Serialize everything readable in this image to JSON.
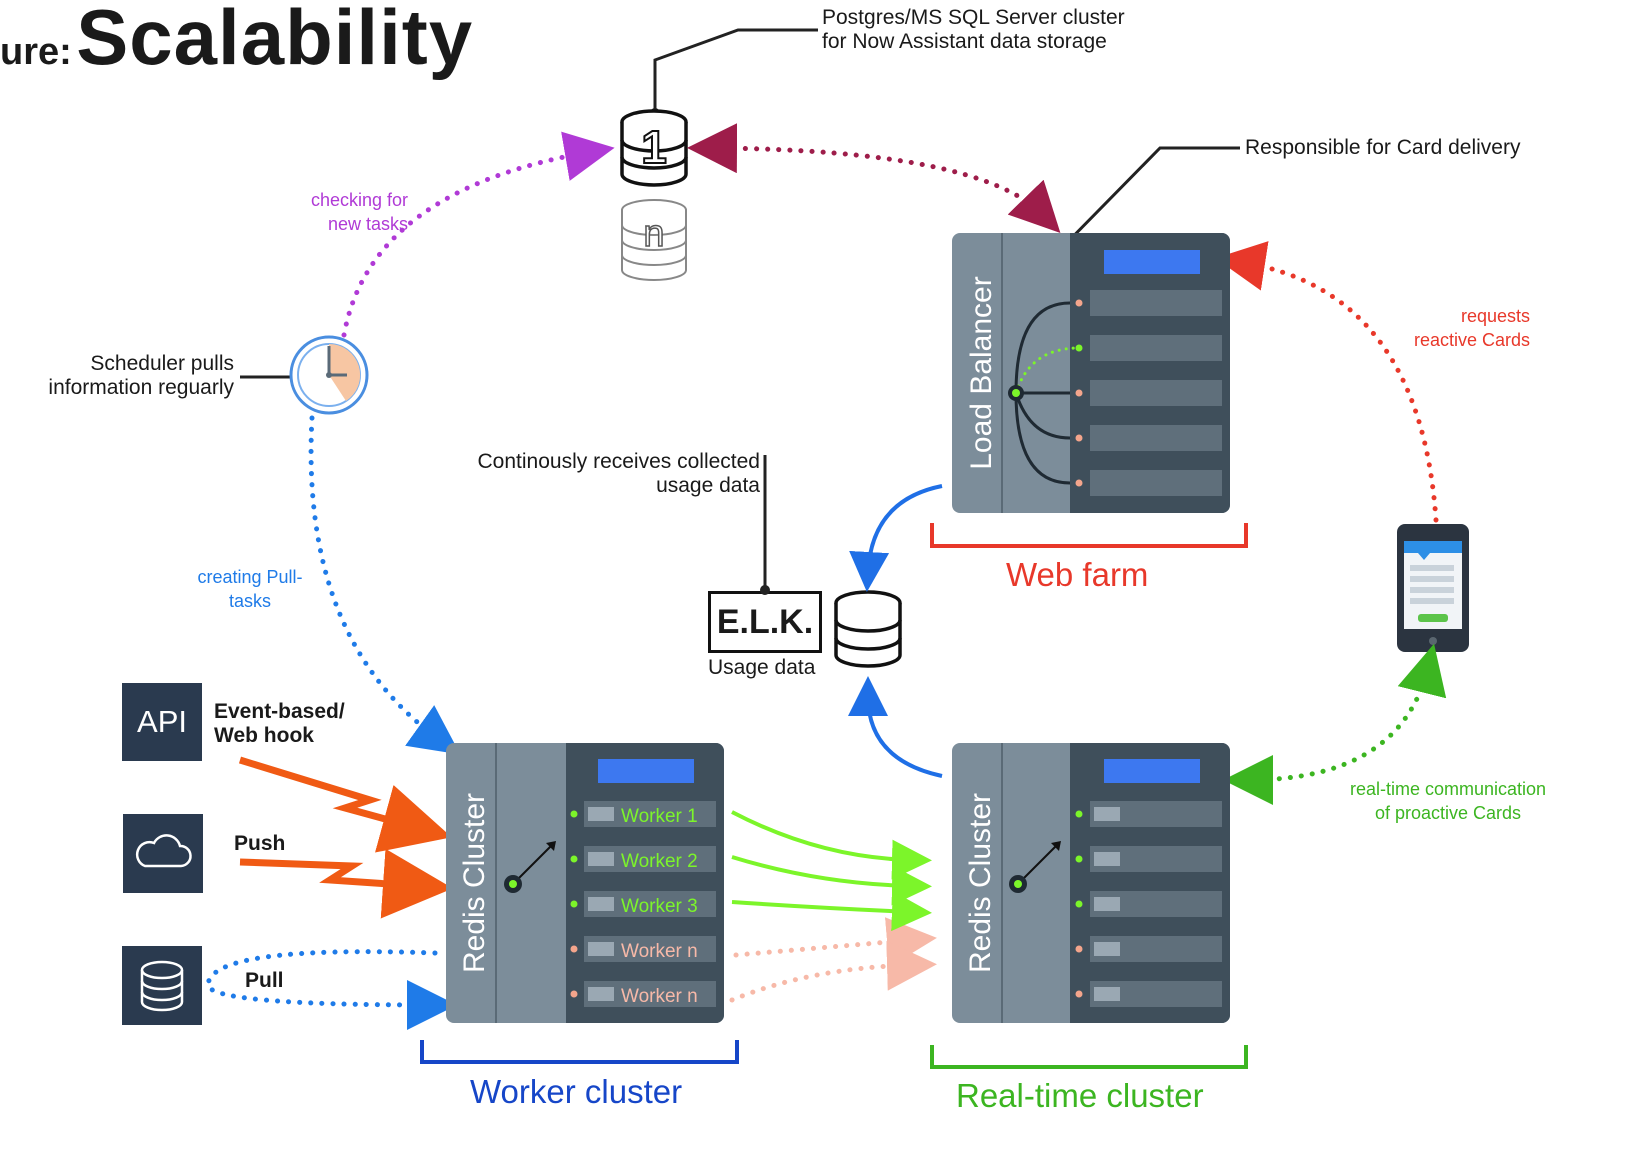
{
  "title": {
    "prefix": "ure:",
    "main": "Scalability"
  },
  "labels": {
    "db_cluster": [
      "Postgres/MS SQL Server cluster",
      "for Now Assistant data storage"
    ],
    "card_delivery": "Responsible for Card delivery",
    "checking": [
      "checking for",
      "new tasks"
    ],
    "scheduler": [
      "Scheduler pulls",
      "information reguarly"
    ],
    "usage_receiver": [
      "Continously receives collected",
      "usage data"
    ],
    "creating_pull": [
      "creating Pull-",
      "tasks"
    ],
    "requests_reactive": [
      "requests",
      "reactive Cards"
    ],
    "realtime_comm": [
      "real-time communication",
      "of proactive Cards"
    ],
    "elk": "E.L.K.",
    "usage_data": "Usage data",
    "event_based": [
      "Event-based/",
      "Web hook"
    ],
    "push": "Push",
    "pull": "Pull",
    "api": "API",
    "db_one": "1",
    "db_n": "n"
  },
  "clusters": {
    "web_farm": {
      "label": "Web farm",
      "server": "Load Balancer",
      "color": "#e8382a"
    },
    "worker": {
      "label": "Worker cluster",
      "server": "Redis Cluster",
      "color": "#1646c8"
    },
    "realtime": {
      "label": "Real-time cluster",
      "server": "Redis Cluster",
      "color": "#3cb521"
    }
  },
  "workers": [
    "Worker 1",
    "Worker 2",
    "Worker 3",
    "Worker n",
    "Worker n"
  ],
  "colors": {
    "server_body": "#7c8d9a",
    "server_dark": "#3f4f5b",
    "screen_blue": "#3d78f0",
    "purple": "#b03ad6",
    "maroon": "#9e1d4a",
    "blue_dots": "#1f7be8",
    "red_dots": "#e8382a",
    "green": "#3cb521",
    "lime": "#7cf52a",
    "peach": "#f7b9a8",
    "orange": "#f05a14"
  }
}
